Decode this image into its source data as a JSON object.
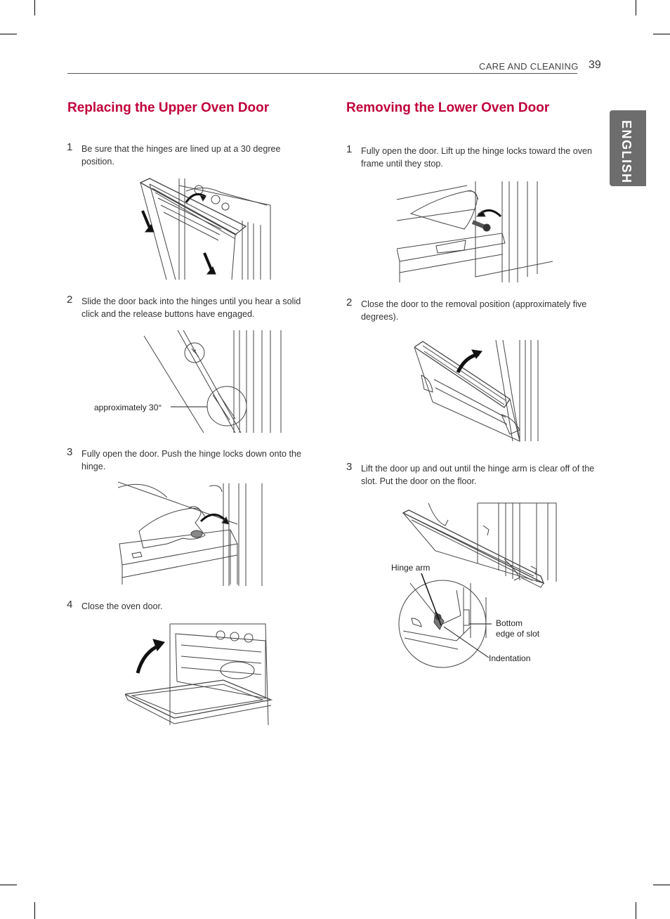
{
  "header": {
    "section": "CARE AND CLEANING",
    "page_number": "39",
    "language_tab": "ENGLISH"
  },
  "left": {
    "title": "Replacing the Upper Oven Door",
    "steps": [
      {
        "num": "1",
        "text": "Be sure that the hinges are lined up at a 30 degree position."
      },
      {
        "num": "2",
        "text": "Slide the door back into the hinges until you hear a solid click and the release buttons have engaged."
      },
      {
        "num": "3",
        "text": "Fully open the door. Push the hinge locks down onto the hinge."
      },
      {
        "num": "4",
        "text": "Close the oven door."
      }
    ],
    "fig2_label": "approximately 30°"
  },
  "right": {
    "title": "Removing the Lower Oven Door",
    "steps": [
      {
        "num": "1",
        "text": "Fully open the door. Lift up the hinge locks toward the oven frame until they stop."
      },
      {
        "num": "2",
        "text": "Close the door to the removal position (approximately five degrees)."
      },
      {
        "num": "3",
        "text": "Lift the door up and out until the hinge arm is clear off of the slot. Put the door on the floor."
      }
    ],
    "fig3_labels": {
      "hinge_arm": "Hinge arm",
      "bottom_edge_line1": "Bottom",
      "bottom_edge_line2": "edge of slot",
      "indentation": "Indentation"
    }
  }
}
